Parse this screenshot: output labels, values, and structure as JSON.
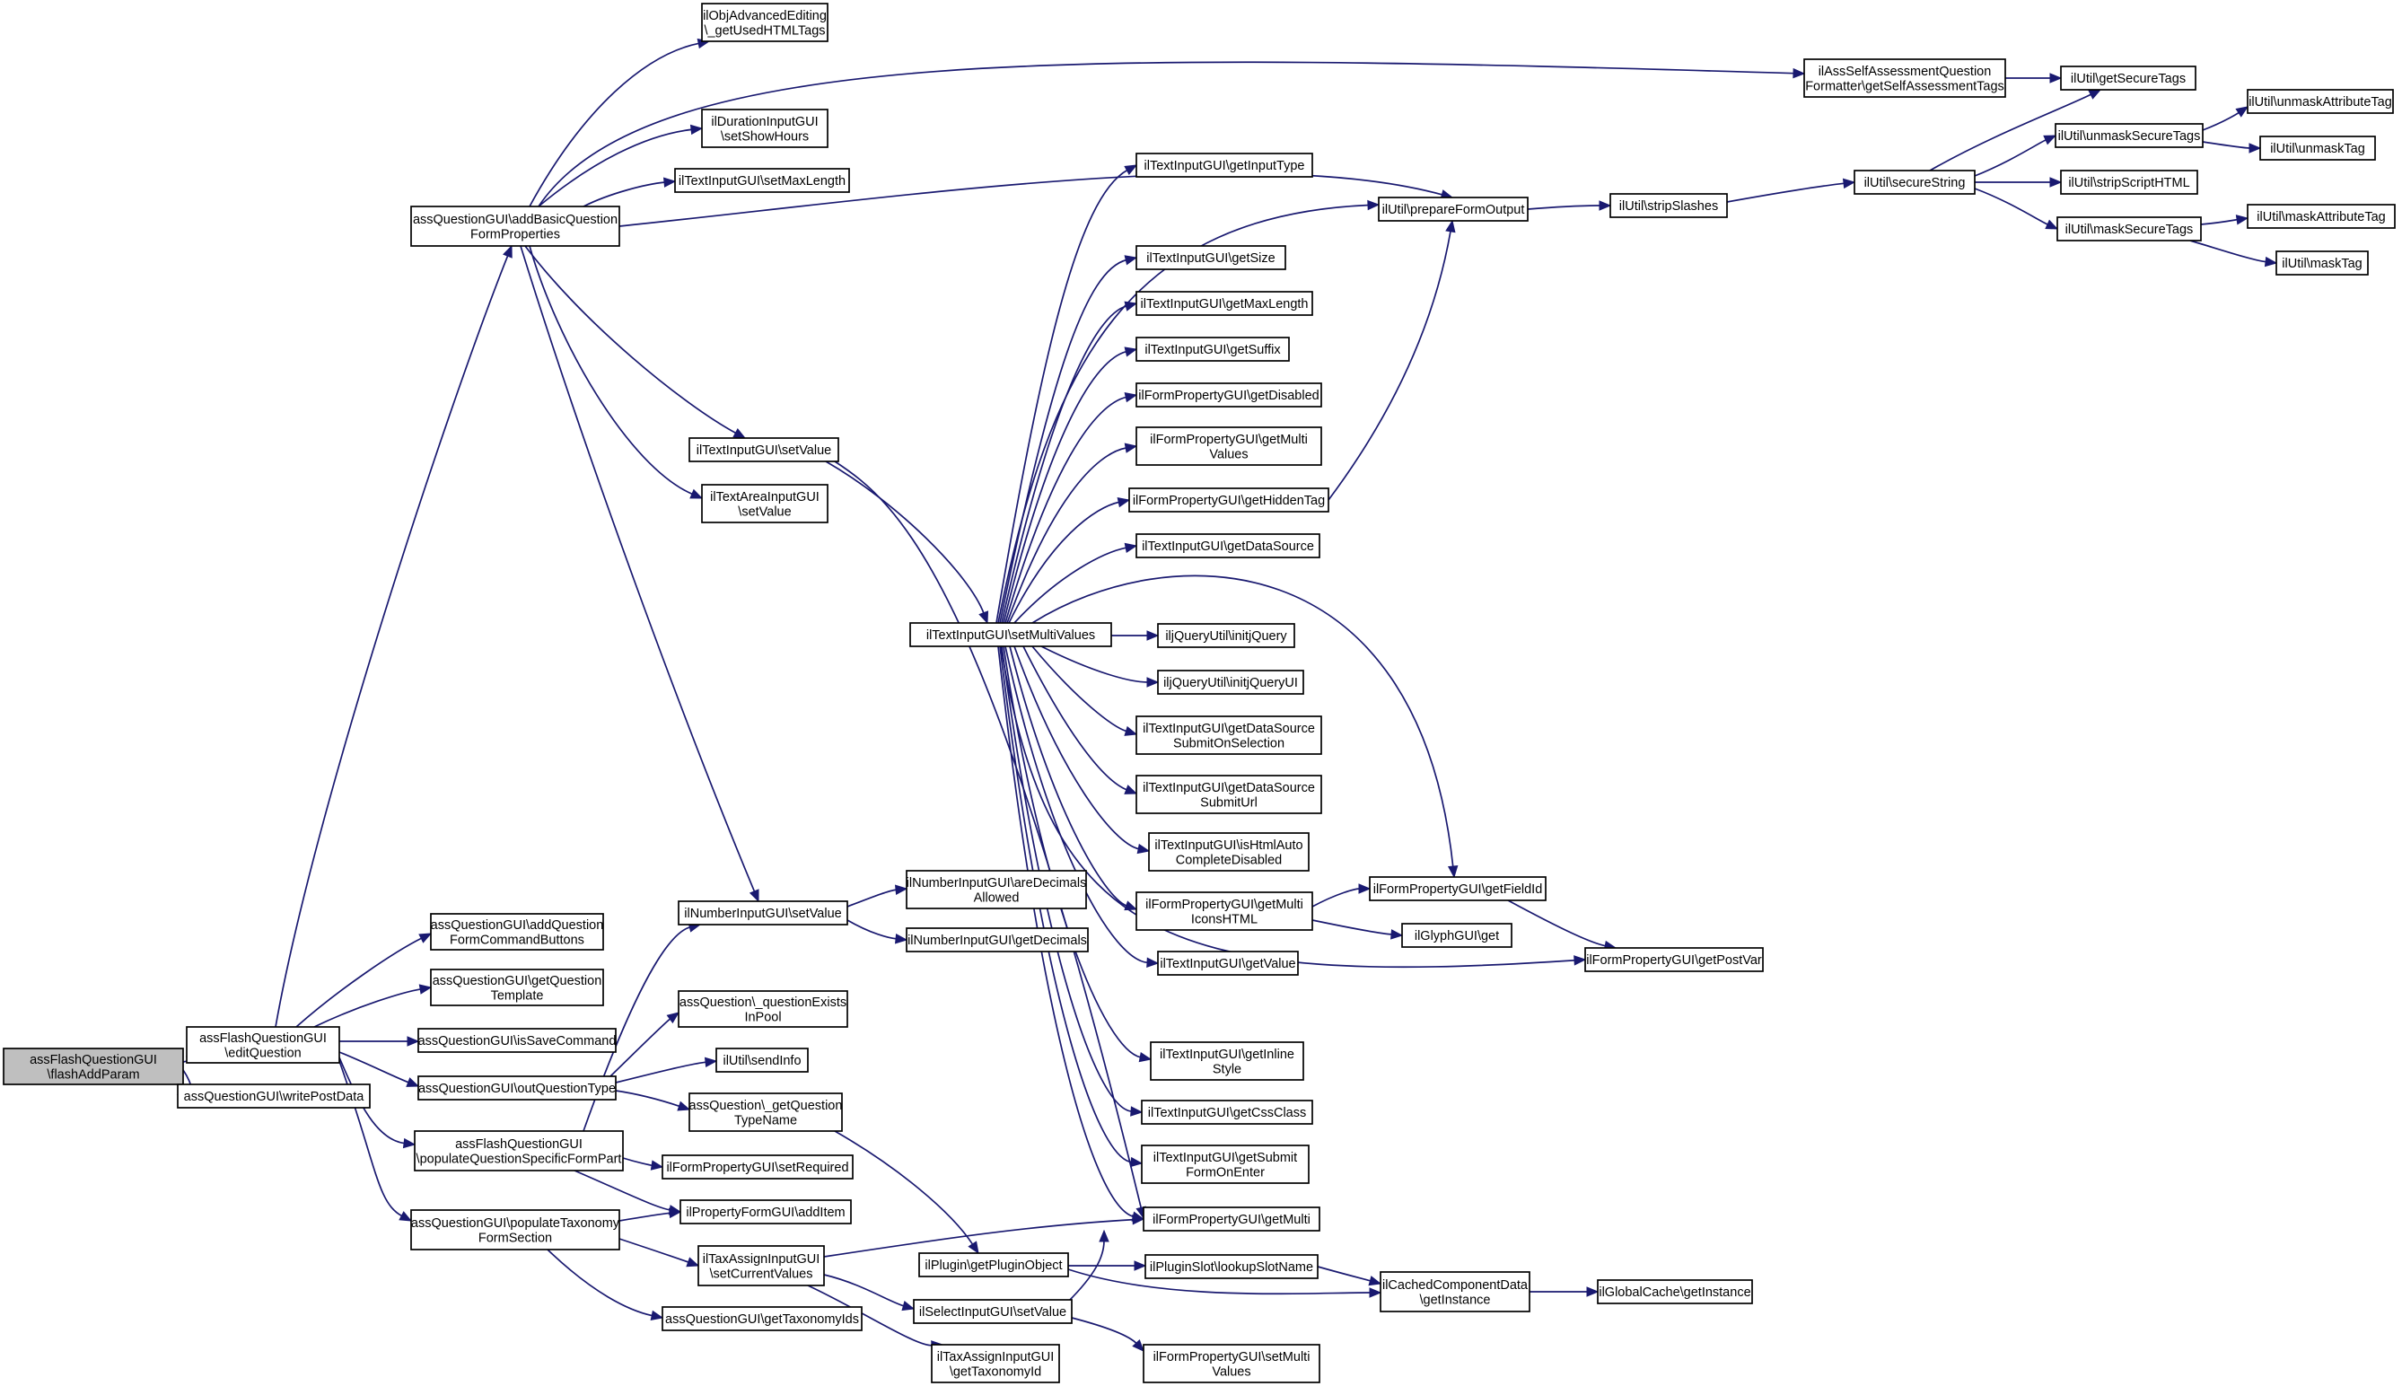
{
  "diagram": {
    "title": "",
    "edge_color": "#191970",
    "root_fill": "#bfbfbf",
    "nodes": [
      {
        "id": "root",
        "lines": [
          "assFlashQuestionGUI",
          "\\flashAddParam"
        ],
        "root": true
      },
      {
        "id": "edit",
        "lines": [
          "assFlashQuestionGUI",
          "\\editQuestion"
        ]
      },
      {
        "id": "writePost",
        "lines": [
          "assQuestionGUI\\writePostData"
        ]
      },
      {
        "id": "addBasic",
        "lines": [
          "assQuestionGUI\\addBasicQuestion",
          "FormProperties"
        ]
      },
      {
        "id": "addCmd",
        "lines": [
          "assQuestionGUI\\addQuestion",
          "FormCommandButtons"
        ]
      },
      {
        "id": "getTpl",
        "lines": [
          "assQuestionGUI\\getQuestion",
          "Template"
        ]
      },
      {
        "id": "isSave",
        "lines": [
          "assQuestionGUI\\isSaveCommand"
        ]
      },
      {
        "id": "outType",
        "lines": [
          "assQuestionGUI\\outQuestionType"
        ]
      },
      {
        "id": "populateSpec",
        "lines": [
          "assFlashQuestionGUI",
          "\\populateQuestionSpecificFormPart"
        ]
      },
      {
        "id": "populateTax",
        "lines": [
          "assQuestionGUI\\populateTaxonomy",
          "FormSection"
        ]
      },
      {
        "id": "objAdv",
        "lines": [
          "ilObjAdvancedEditing",
          "\\_getUsedHTMLTags"
        ]
      },
      {
        "id": "durShow",
        "lines": [
          "ilDurationInputGUI",
          "\\setShowHours"
        ]
      },
      {
        "id": "setMaxLen",
        "lines": [
          "ilTextInputGUI\\setMaxLength"
        ]
      },
      {
        "id": "tiSetValue",
        "lines": [
          "ilTextInputGUI\\setValue"
        ]
      },
      {
        "id": "taSetValue",
        "lines": [
          "ilTextAreaInputGUI",
          "\\setValue"
        ]
      },
      {
        "id": "numSetValue",
        "lines": [
          "ilNumberInputGUI\\setValue"
        ]
      },
      {
        "id": "existsInPool",
        "lines": [
          "assQuestion\\_questionExists",
          "InPool"
        ]
      },
      {
        "id": "sendInfo",
        "lines": [
          "ilUtil\\sendInfo"
        ]
      },
      {
        "id": "getTypeName",
        "lines": [
          "assQuestion\\_getQuestion",
          "TypeName"
        ]
      },
      {
        "id": "setRequired",
        "lines": [
          "ilFormPropertyGUI\\setRequired"
        ]
      },
      {
        "id": "addItem",
        "lines": [
          "ilPropertyFormGUI\\addItem"
        ]
      },
      {
        "id": "taxSetCur",
        "lines": [
          "ilTaxAssignInputGUI",
          "\\setCurrentValues"
        ]
      },
      {
        "id": "getTaxIds",
        "lines": [
          "assQuestionGUI\\getTaxonomyIds"
        ]
      },
      {
        "id": "setMulti",
        "lines": [
          "ilTextInputGUI\\setMultiValues"
        ]
      },
      {
        "id": "areDec",
        "lines": [
          "ilNumberInputGUI\\areDecimals",
          "Allowed"
        ]
      },
      {
        "id": "getDec",
        "lines": [
          "ilNumberInputGUI\\getDecimals"
        ]
      },
      {
        "id": "getPluginObj",
        "lines": [
          "ilPlugin\\getPluginObject"
        ]
      },
      {
        "id": "selSetValue",
        "lines": [
          "ilSelectInputGUI\\setValue"
        ]
      },
      {
        "id": "getTaxId",
        "lines": [
          "ilTaxAssignInputGUI",
          "\\getTaxonomyId"
        ]
      },
      {
        "id": "getInputType",
        "lines": [
          "ilTextInputGUI\\getInputType"
        ]
      },
      {
        "id": "getSize",
        "lines": [
          "ilTextInputGUI\\getSize"
        ]
      },
      {
        "id": "getMaxLength",
        "lines": [
          "ilTextInputGUI\\getMaxLength"
        ]
      },
      {
        "id": "getSuffix",
        "lines": [
          "ilTextInputGUI\\getSuffix"
        ]
      },
      {
        "id": "getDisabled",
        "lines": [
          "ilFormPropertyGUI\\getDisabled"
        ]
      },
      {
        "id": "getMultiValues",
        "lines": [
          "ilFormPropertyGUI\\getMulti",
          "Values"
        ]
      },
      {
        "id": "getHiddenTag",
        "lines": [
          "ilFormPropertyGUI\\getHiddenTag"
        ]
      },
      {
        "id": "getDataSource",
        "lines": [
          "ilTextInputGUI\\getDataSource"
        ]
      },
      {
        "id": "initjQuery",
        "lines": [
          "iljQueryUtil\\initjQuery"
        ]
      },
      {
        "id": "initjQueryUI",
        "lines": [
          "iljQueryUtil\\initjQueryUI"
        ]
      },
      {
        "id": "dsSubmitOnSel",
        "lines": [
          "ilTextInputGUI\\getDataSource",
          "SubmitOnSelection"
        ]
      },
      {
        "id": "dsSubmitUrl",
        "lines": [
          "ilTextInputGUI\\getDataSource",
          "SubmitUrl"
        ]
      },
      {
        "id": "isHtmlAuto",
        "lines": [
          "ilTextInputGUI\\isHtmlAuto",
          "CompleteDisabled"
        ]
      },
      {
        "id": "getMultiIcons",
        "lines": [
          "ilFormPropertyGUI\\getMulti",
          "IconsHTML"
        ]
      },
      {
        "id": "tiGetValue",
        "lines": [
          "ilTextInputGUI\\getValue"
        ]
      },
      {
        "id": "getInline",
        "lines": [
          "ilTextInputGUI\\getInline",
          "Style"
        ]
      },
      {
        "id": "getCssClass",
        "lines": [
          "ilTextInputGUI\\getCssClass"
        ]
      },
      {
        "id": "getSubmitForm",
        "lines": [
          "ilTextInputGUI\\getSubmit",
          "FormOnEnter"
        ]
      },
      {
        "id": "getMulti",
        "lines": [
          "ilFormPropertyGUI\\getMulti"
        ]
      },
      {
        "id": "lookupSlot",
        "lines": [
          "ilPluginSlot\\lookupSlotName"
        ]
      },
      {
        "id": "setMultiValuesFP",
        "lines": [
          "ilFormPropertyGUI\\setMulti",
          "Values"
        ]
      },
      {
        "id": "assSelfAssess",
        "lines": [
          "ilAssSelfAssessmentQuestion",
          "Formatter\\getSelfAssessmentTags"
        ]
      },
      {
        "id": "prepareForm",
        "lines": [
          "ilUtil\\prepareFormOutput"
        ]
      },
      {
        "id": "getFieldId",
        "lines": [
          "ilFormPropertyGUI\\getFieldId"
        ]
      },
      {
        "id": "glyphGet",
        "lines": [
          "ilGlyphGUI\\get"
        ]
      },
      {
        "id": "getPostVar",
        "lines": [
          "ilFormPropertyGUI\\getPostVar"
        ]
      },
      {
        "id": "cachedGet",
        "lines": [
          "ilCachedComponentData",
          "\\getInstance"
        ]
      },
      {
        "id": "stripSlashes",
        "lines": [
          "ilUtil\\stripSlashes"
        ]
      },
      {
        "id": "globalCache",
        "lines": [
          "ilGlobalCache\\getInstance"
        ]
      },
      {
        "id": "getSecureTags",
        "lines": [
          "ilUtil\\getSecureTags"
        ]
      },
      {
        "id": "secureString",
        "lines": [
          "ilUtil\\secureString"
        ]
      },
      {
        "id": "unmaskSecure",
        "lines": [
          "ilUtil\\unmaskSecureTags"
        ]
      },
      {
        "id": "stripScript",
        "lines": [
          "ilUtil\\stripScriptHTML"
        ]
      },
      {
        "id": "maskSecure",
        "lines": [
          "ilUtil\\maskSecureTags"
        ]
      },
      {
        "id": "unmaskAttr",
        "lines": [
          "ilUtil\\unmaskAttributeTag"
        ]
      },
      {
        "id": "unmaskTag",
        "lines": [
          "ilUtil\\unmaskTag"
        ]
      },
      {
        "id": "maskAttr",
        "lines": [
          "ilUtil\\maskAttributeTag"
        ]
      },
      {
        "id": "maskTag",
        "lines": [
          "ilUtil\\maskTag"
        ]
      }
    ],
    "edges": [
      [
        "root",
        "edit"
      ],
      [
        "root",
        "writePost"
      ],
      [
        "edit",
        "addBasic"
      ],
      [
        "edit",
        "addCmd"
      ],
      [
        "edit",
        "getTpl"
      ],
      [
        "edit",
        "isSave"
      ],
      [
        "edit",
        "outType"
      ],
      [
        "edit",
        "populateSpec"
      ],
      [
        "edit",
        "populateTax"
      ],
      [
        "addBasic",
        "objAdv"
      ],
      [
        "addBasic",
        "durShow"
      ],
      [
        "addBasic",
        "setMaxLen"
      ],
      [
        "addBasic",
        "tiSetValue"
      ],
      [
        "addBasic",
        "taSetValue"
      ],
      [
        "addBasic",
        "numSetValue"
      ],
      [
        "addBasic",
        "assSelfAssess"
      ],
      [
        "addBasic",
        "prepareForm"
      ],
      [
        "outType",
        "existsInPool"
      ],
      [
        "outType",
        "sendInfo"
      ],
      [
        "outType",
        "getTypeName"
      ],
      [
        "populateSpec",
        "numSetValue"
      ],
      [
        "populateSpec",
        "setRequired"
      ],
      [
        "populateSpec",
        "addItem"
      ],
      [
        "populateTax",
        "addItem"
      ],
      [
        "populateTax",
        "taxSetCur"
      ],
      [
        "populateTax",
        "getTaxIds"
      ],
      [
        "tiSetValue",
        "setMulti"
      ],
      [
        "tiSetValue",
        "getMulti"
      ],
      [
        "numSetValue",
        "areDec"
      ],
      [
        "numSetValue",
        "getDec"
      ],
      [
        "getTypeName",
        "getPluginObj"
      ],
      [
        "taxSetCur",
        "getMulti"
      ],
      [
        "taxSetCur",
        "selSetValue"
      ],
      [
        "taxSetCur",
        "getTaxId"
      ],
      [
        "selSetValue",
        "getMulti"
      ],
      [
        "selSetValue",
        "setMultiValuesFP"
      ],
      [
        "getPluginObj",
        "lookupSlot"
      ],
      [
        "getPluginObj",
        "cachedGet"
      ],
      [
        "setMulti",
        "getInputType"
      ],
      [
        "setMulti",
        "prepareForm"
      ],
      [
        "setMulti",
        "getSize"
      ],
      [
        "setMulti",
        "getMaxLength"
      ],
      [
        "setMulti",
        "getSuffix"
      ],
      [
        "setMulti",
        "getDisabled"
      ],
      [
        "setMulti",
        "getMultiValues"
      ],
      [
        "setMulti",
        "getHiddenTag"
      ],
      [
        "setMulti",
        "getDataSource"
      ],
      [
        "setMulti",
        "getFieldId"
      ],
      [
        "setMulti",
        "initjQuery"
      ],
      [
        "setMulti",
        "initjQueryUI"
      ],
      [
        "setMulti",
        "dsSubmitOnSel"
      ],
      [
        "setMulti",
        "dsSubmitUrl"
      ],
      [
        "setMulti",
        "isHtmlAuto"
      ],
      [
        "setMulti",
        "getMultiIcons"
      ],
      [
        "setMulti",
        "tiGetValue"
      ],
      [
        "setMulti",
        "getPostVar"
      ],
      [
        "setMulti",
        "getInline"
      ],
      [
        "setMulti",
        "getCssClass"
      ],
      [
        "setMulti",
        "getSubmitForm"
      ],
      [
        "setMulti",
        "getMulti"
      ],
      [
        "getHiddenTag",
        "prepareForm"
      ],
      [
        "getMultiIcons",
        "getFieldId"
      ],
      [
        "getMultiIcons",
        "glyphGet"
      ],
      [
        "getFieldId",
        "getPostVar"
      ],
      [
        "lookupSlot",
        "cachedGet"
      ],
      [
        "cachedGet",
        "globalCache"
      ],
      [
        "assSelfAssess",
        "getSecureTags"
      ],
      [
        "prepareForm",
        "stripSlashes"
      ],
      [
        "stripSlashes",
        "secureString"
      ],
      [
        "secureString",
        "getSecureTags"
      ],
      [
        "secureString",
        "unmaskSecure"
      ],
      [
        "secureString",
        "stripScript"
      ],
      [
        "secureString",
        "maskSecure"
      ],
      [
        "unmaskSecure",
        "unmaskAttr"
      ],
      [
        "unmaskSecure",
        "unmaskTag"
      ],
      [
        "maskSecure",
        "maskAttr"
      ],
      [
        "maskSecure",
        "maskTag"
      ]
    ]
  }
}
